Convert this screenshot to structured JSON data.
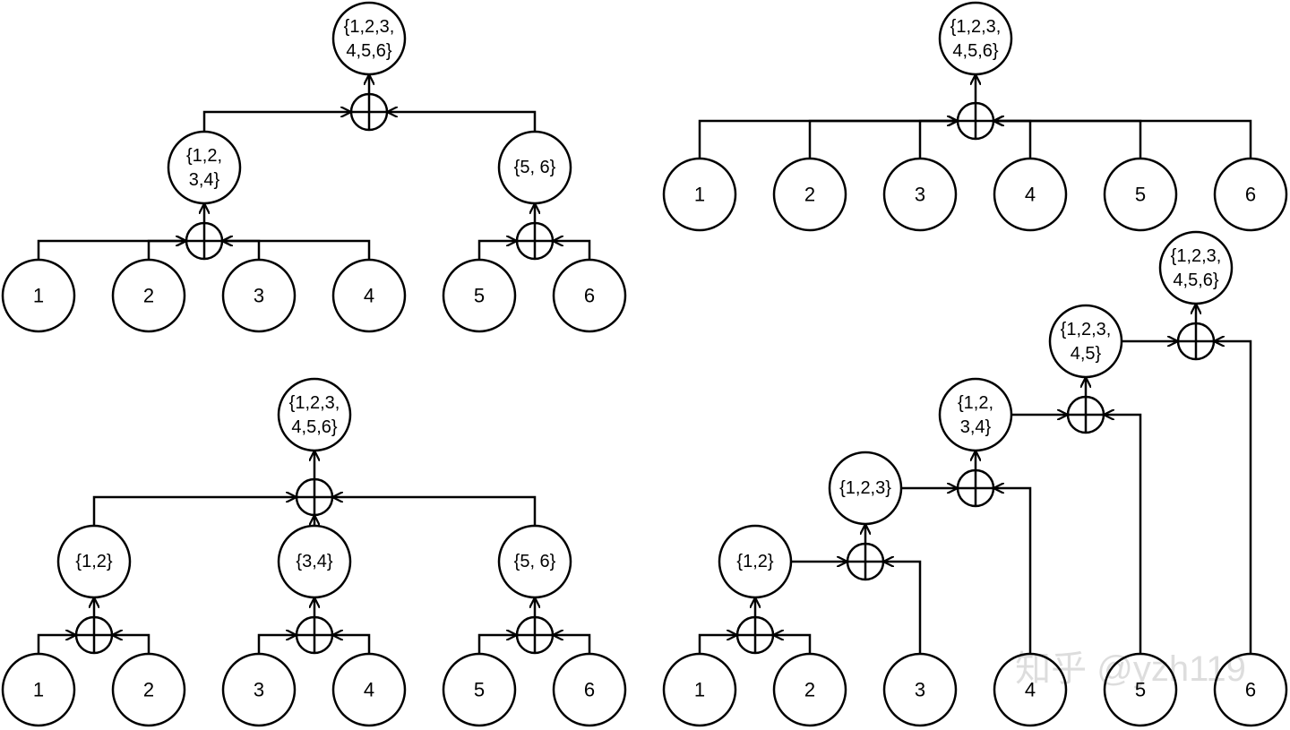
{
  "nodes": {
    "leaf_1": "1",
    "leaf_2": "2",
    "leaf_3": "3",
    "leaf_4": "4",
    "leaf_5": "5",
    "leaf_6": "6",
    "set_12": "{1,2}",
    "set_34": "{3,4}",
    "set_56": "{5, 6}",
    "set_123": "{1,2,3}",
    "set_1234_line1": "{1,2,",
    "set_1234_line2": "3,4}",
    "set_12345_line1": "{1,2,3,",
    "set_12345_line2": "4,5}",
    "set_all_line1": "{1,2,3,",
    "set_all_line2": "4,5,6}"
  },
  "watermark": "知乎 @yzh119",
  "colors": {
    "stroke": "#000000",
    "background": "#ffffff"
  }
}
